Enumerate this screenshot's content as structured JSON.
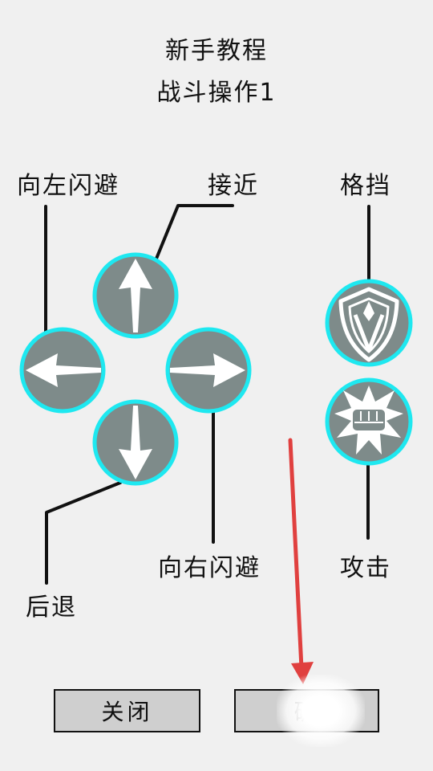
{
  "header": {
    "title": "新手教程",
    "subtitle": "战斗操作1"
  },
  "labels": {
    "dodge_left": "向左闪避",
    "approach": "接近",
    "block": "格挡",
    "retreat": "后退",
    "dodge_right": "向右闪避",
    "attack": "攻击"
  },
  "buttons": {
    "close": "关闭",
    "next": "确"
  },
  "colors": {
    "button_fill": "#7e8b8a",
    "button_ring": "#1ee8f0",
    "pointer_arrow": "#e0403f",
    "line": "#111111"
  },
  "icons": [
    "arrow-up-icon",
    "arrow-left-icon",
    "arrow-right-icon",
    "arrow-down-icon",
    "shield-icon",
    "fist-icon",
    "pointer-arrow-icon"
  ]
}
